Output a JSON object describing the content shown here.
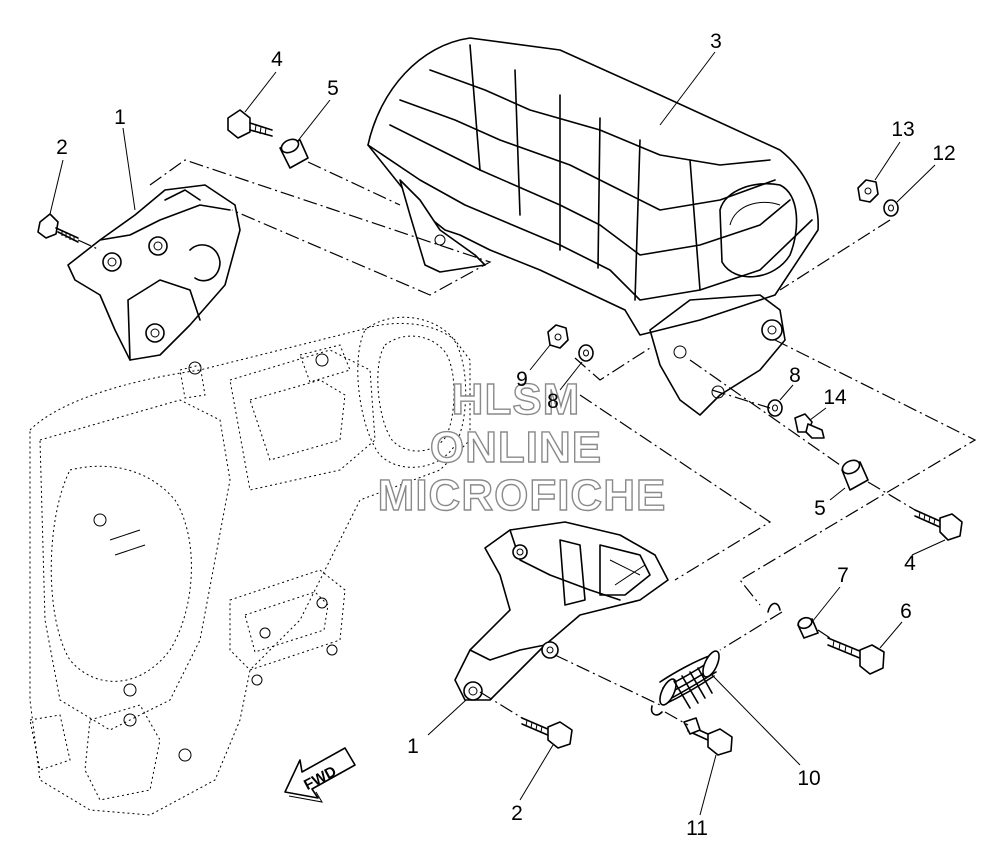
{
  "diagram": {
    "callouts": [
      {
        "id": "c1a",
        "text": "1"
      },
      {
        "id": "c2a",
        "text": "2"
      },
      {
        "id": "c3",
        "text": "3"
      },
      {
        "id": "c4a",
        "text": "4"
      },
      {
        "id": "c5a",
        "text": "5"
      },
      {
        "id": "c13",
        "text": "13"
      },
      {
        "id": "c12",
        "text": "12"
      },
      {
        "id": "c9",
        "text": "9"
      },
      {
        "id": "c8a",
        "text": "8"
      },
      {
        "id": "c8b",
        "text": "8"
      },
      {
        "id": "c14",
        "text": "14"
      },
      {
        "id": "c5b",
        "text": "5"
      },
      {
        "id": "c4b",
        "text": "4"
      },
      {
        "id": "c7",
        "text": "7"
      },
      {
        "id": "c6",
        "text": "6"
      },
      {
        "id": "c1b",
        "text": "1"
      },
      {
        "id": "c2b",
        "text": "2"
      },
      {
        "id": "c10",
        "text": "10"
      },
      {
        "id": "c11",
        "text": "11"
      }
    ],
    "direction_badge": "FWD",
    "watermark": [
      "HLSM",
      "ONLINE",
      "MICROFICHE"
    ]
  }
}
